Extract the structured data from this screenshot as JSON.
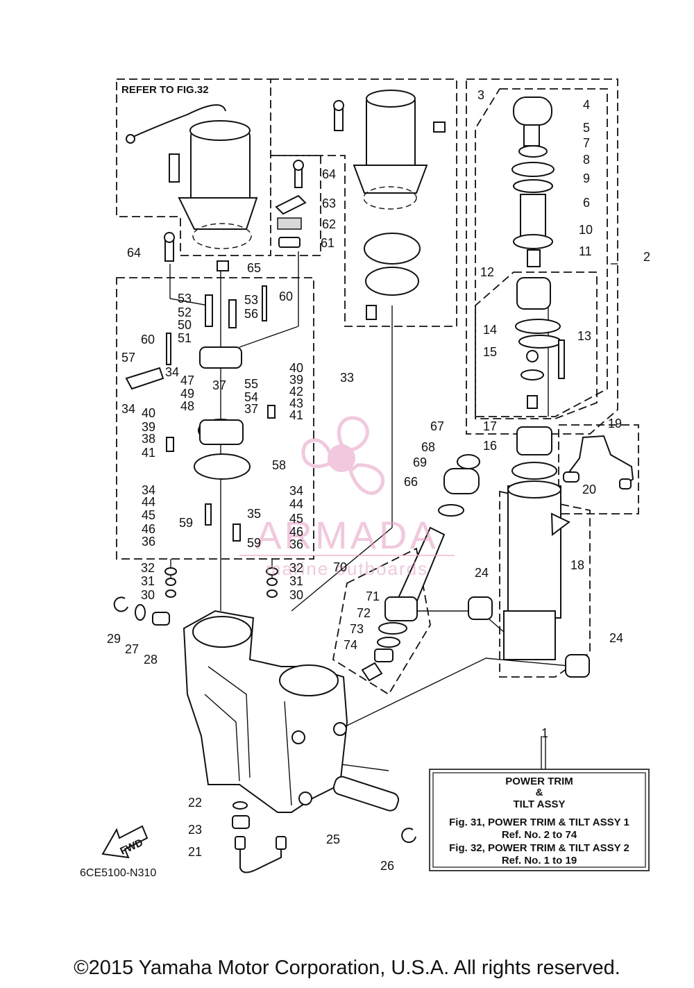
{
  "diagram": {
    "refer_label": "REFER TO FIG.32",
    "fwd_label": "FWD",
    "drawing_code": "6CE5100-N310",
    "callouts": [
      "1",
      "2",
      "3",
      "4",
      "5",
      "6",
      "7",
      "8",
      "9",
      "10",
      "11",
      "12",
      "13",
      "14",
      "15",
      "16",
      "17",
      "18",
      "19",
      "20",
      "21",
      "22",
      "23",
      "24",
      "25",
      "26",
      "27",
      "28",
      "29",
      "30",
      "31",
      "32",
      "33",
      "34",
      "35",
      "36",
      "37",
      "38",
      "39",
      "40",
      "41",
      "42",
      "43",
      "44",
      "45",
      "46",
      "47",
      "48",
      "49",
      "50",
      "51",
      "52",
      "53",
      "54",
      "55",
      "56",
      "57",
      "58",
      "59",
      "60",
      "61",
      "62",
      "63",
      "64",
      "65",
      "66",
      "67",
      "68",
      "69",
      "70",
      "71",
      "72",
      "73",
      "74"
    ],
    "legend": {
      "title_line1": "POWER TRIM",
      "title_line2": "&",
      "title_line3": "TILT ASSY",
      "line1": "Fig. 31, POWER TRIM & TILT ASSY 1",
      "line2": "Ref. No. 2 to 74",
      "line3": "Fig. 32, POWER TRIM & TILT ASSY 2",
      "line4": "Ref. No. 1 to 19"
    }
  },
  "watermark": {
    "brand": "ARMADA",
    "tagline": "marine outboards",
    "color": "#e89cc4"
  },
  "copyright": "©2015 Yamaha Motor Corporation, U.S.A. All rights reserved."
}
